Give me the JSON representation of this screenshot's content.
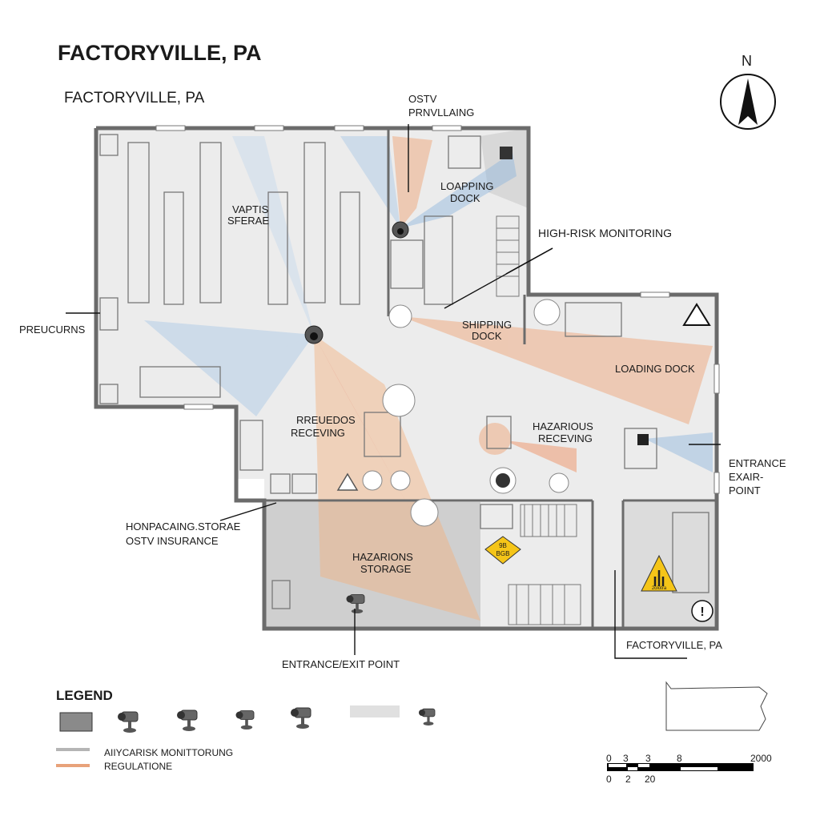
{
  "title": "FACTORYVILLE, PA",
  "subtitle": "FACTORYVILLE, PA",
  "compass": {
    "label": "N"
  },
  "labels": {
    "ostv_prnvllaing": [
      "OSTV",
      "PRNVLLAING"
    ],
    "loapping_dock": [
      "LOAPPING",
      "DOCK"
    ],
    "waptis_sterae": [
      "VAPTIS",
      "SFERAE"
    ],
    "high_risk": "HIGH-RISK MONITORING",
    "preucurns": "PREUCURNS",
    "shipping_dock": [
      "SHIPPING",
      "DOCK"
    ],
    "loading_dock": "LOADING DOCK",
    "rreledos_receving": [
      "RREUEDOS",
      "RECEVING"
    ],
    "hazarious_receving": [
      "HAZARIOUS",
      "RECEVING"
    ],
    "entrance_exit_point_right": [
      "ENTRANCE",
      "EXAIR-",
      "POINT"
    ],
    "honpacaing_storage": [
      "HONPACAING.STORAE",
      "OSTV INSURANCE"
    ],
    "hazarions_storage": [
      "HAZARIONS",
      "STORAGE"
    ],
    "entrance_exit_point_bottom": "ENTRANCE/EXIT POINT",
    "factoryville_bottom": "FACTORYVILLE, PA",
    "sign_diamond": [
      "9B",
      "BGB"
    ],
    "sign_triangle": "2olotra",
    "sign_exclamation": "!"
  },
  "legend": {
    "title": "LEGEND",
    "items": [
      {
        "label": "AIIYCARISK MONITTORUNG",
        "color": "#b5b5b5"
      },
      {
        "label": "REGULATIONE",
        "color": "#e8a27a"
      }
    ]
  },
  "scale_bar": {
    "top_ticks": [
      "0",
      "3",
      "3",
      "8",
      "2000"
    ],
    "bottom_ticks": [
      "0",
      "2",
      "20"
    ]
  },
  "colors": {
    "wall": "#6b6b6b",
    "cone_blue": "#8fb6dd",
    "cone_orange": "#f0a070",
    "hazard_yellow": "#f5c518"
  }
}
